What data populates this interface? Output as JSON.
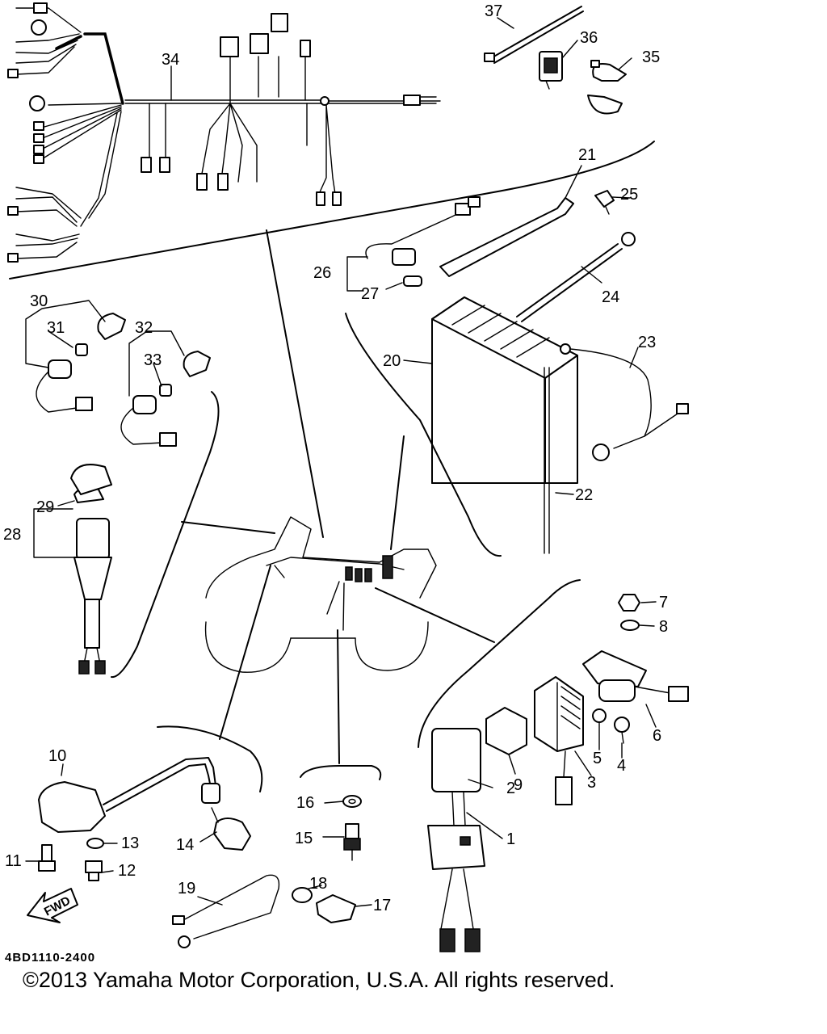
{
  "diagram": {
    "drawing_code": "4BD1110-2400",
    "copyright": "©2013 Yamaha Motor Corporation, U.S.A. All rights reserved.",
    "fwd_arrow_text": "FWD",
    "callouts": [
      "1",
      "2",
      "3",
      "4",
      "5",
      "6",
      "7",
      "8",
      "9",
      "10",
      "11",
      "12",
      "13",
      "14",
      "15",
      "16",
      "17",
      "18",
      "19",
      "20",
      "21",
      "22",
      "23",
      "24",
      "25",
      "26",
      "27",
      "28",
      "29",
      "30",
      "31",
      "32",
      "33",
      "34",
      "35",
      "36",
      "37"
    ]
  }
}
